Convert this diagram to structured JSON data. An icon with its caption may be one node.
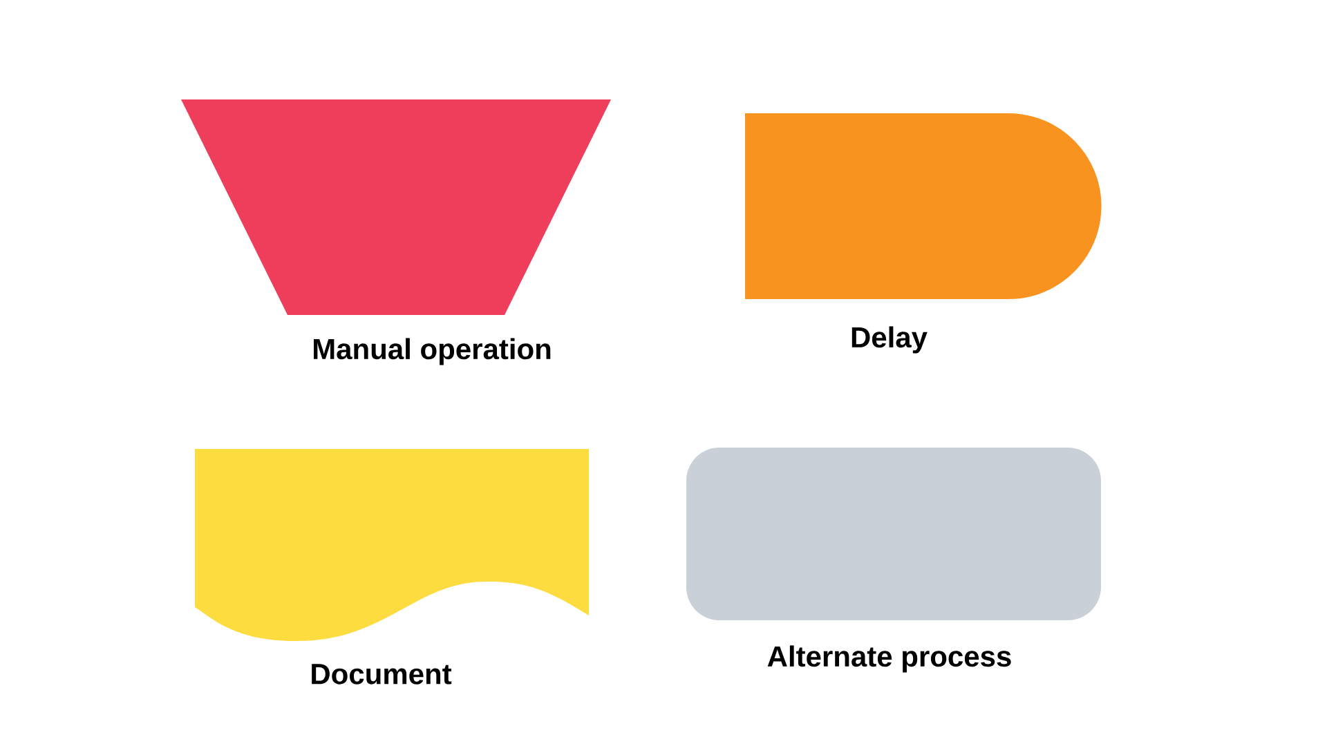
{
  "diagram": {
    "nodes": [
      {
        "text": [
          "Manual operation"
        ]
      },
      {
        "text": [
          "Delay"
        ]
      },
      {
        "text": [
          "Document"
        ]
      },
      {
        "text": [
          "Alternate process"
        ]
      }
    ]
  }
}
